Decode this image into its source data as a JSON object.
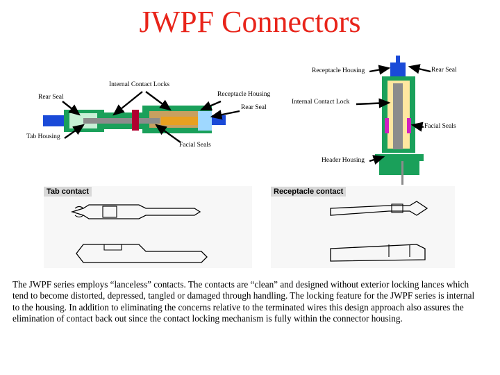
{
  "title": "JWPF Connectors",
  "labels": {
    "receptacle_housing_top": "Receptacle Housing",
    "rear_seal_top_right": "Rear Seal",
    "internal_contact_locks": "Internal Contact Locks",
    "rear_seal_left": "Rear Seal",
    "receptacle_housing_mid": "Receptacle Housing",
    "internal_contact_lock": "Internal Contact Lock",
    "rear_seal_mid": "Rear Seal",
    "facial_seals_right": "Facial Seals",
    "tab_housing": "Tab Housing",
    "facial_seals_mid": "Facial Seals",
    "header_housing": "Header Housing"
  },
  "contacts": {
    "tab_label": "Tab contact",
    "receptacle_label": "Receptacle contact"
  },
  "colors": {
    "title": "#e8241a",
    "housing_green": "#1aa05a",
    "seal_blue": "#1a4ad8",
    "contact_tan": "#c8a060",
    "contact_gray": "#8c8c8c"
  },
  "body": "The JWPF series employs “lanceless” contacts.  The contacts are “clean” and designed without exterior locking lances which tend to become distorted, depressed, tangled or damaged through handling.  The locking feature for the JWPF series is internal to the housing.  In addition to eliminating the concerns relative to the terminated wires this design approach also assures the elimination of contact back out since the contact locking mechanism is fully within the connector housing."
}
